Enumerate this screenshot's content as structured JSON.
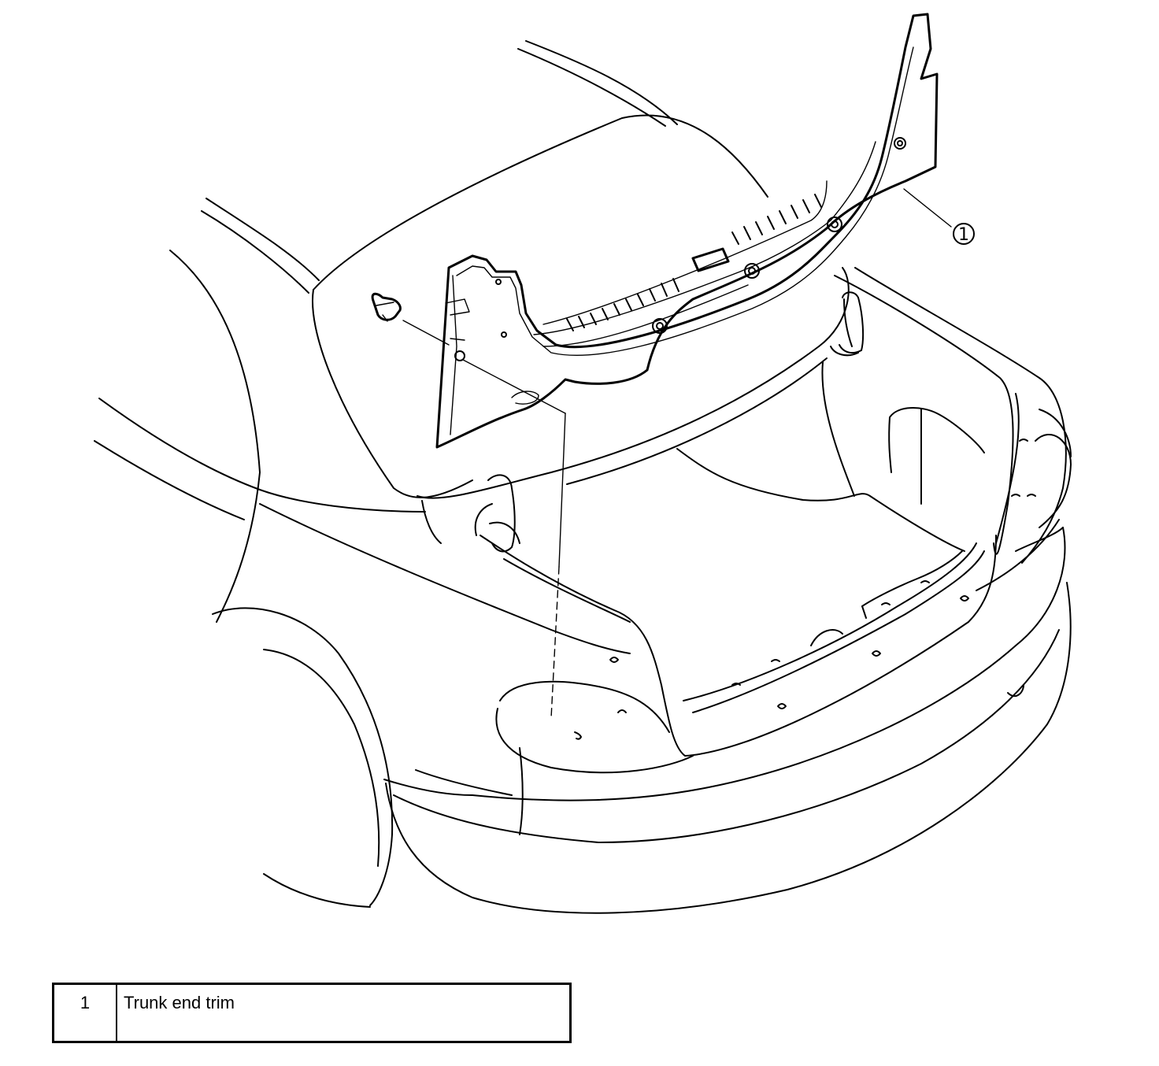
{
  "diagram": {
    "callouts": [
      {
        "label": "1"
      }
    ]
  },
  "legend": {
    "rows": [
      {
        "number": "1",
        "description": "Trunk end trim"
      }
    ]
  }
}
